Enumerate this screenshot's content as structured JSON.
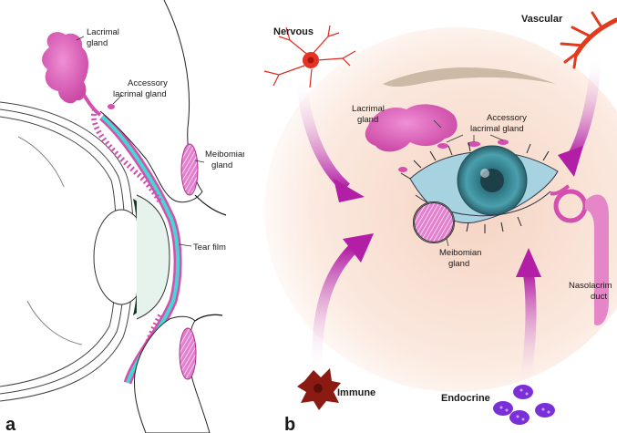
{
  "panel_a": {
    "letter": "a",
    "labels": {
      "lacrimal_gland": [
        "Lacrimal",
        "gland"
      ],
      "accessory_lacrimal_gland": [
        "Accessory",
        "lacrimal gland"
      ],
      "meibomian_gland": [
        "Meibomian",
        "gland"
      ],
      "tear_film": "Tear film"
    }
  },
  "panel_b": {
    "letter": "b",
    "labels": {
      "nervous": "Nervous",
      "vascular": "Vascular",
      "immune": "Immune",
      "endocrine": "Endocrine",
      "lacrimal_gland": [
        "Lacrimal",
        "gland"
      ],
      "accessory_lacrimal_gland": [
        "Accessory",
        "lacrimal gland"
      ],
      "meibomian_gland": [
        "Meibomian",
        "gland"
      ],
      "nasolacrimal_duct": [
        "Nasolacrim",
        "duct"
      ]
    }
  },
  "colors": {
    "gland_pink": "#d44fb0",
    "arrow_magenta": "#b21fa6",
    "tear_film_cyan": "#47d6d0",
    "nerve_red": "#e0281e",
    "vascular_red": "#e23a1c",
    "endocrine_purple": "#7a2fd8",
    "immune_darkred": "#8a1a12",
    "iris_teal": "#3d8c9a",
    "sclera_blue": "#a7d3e0"
  }
}
